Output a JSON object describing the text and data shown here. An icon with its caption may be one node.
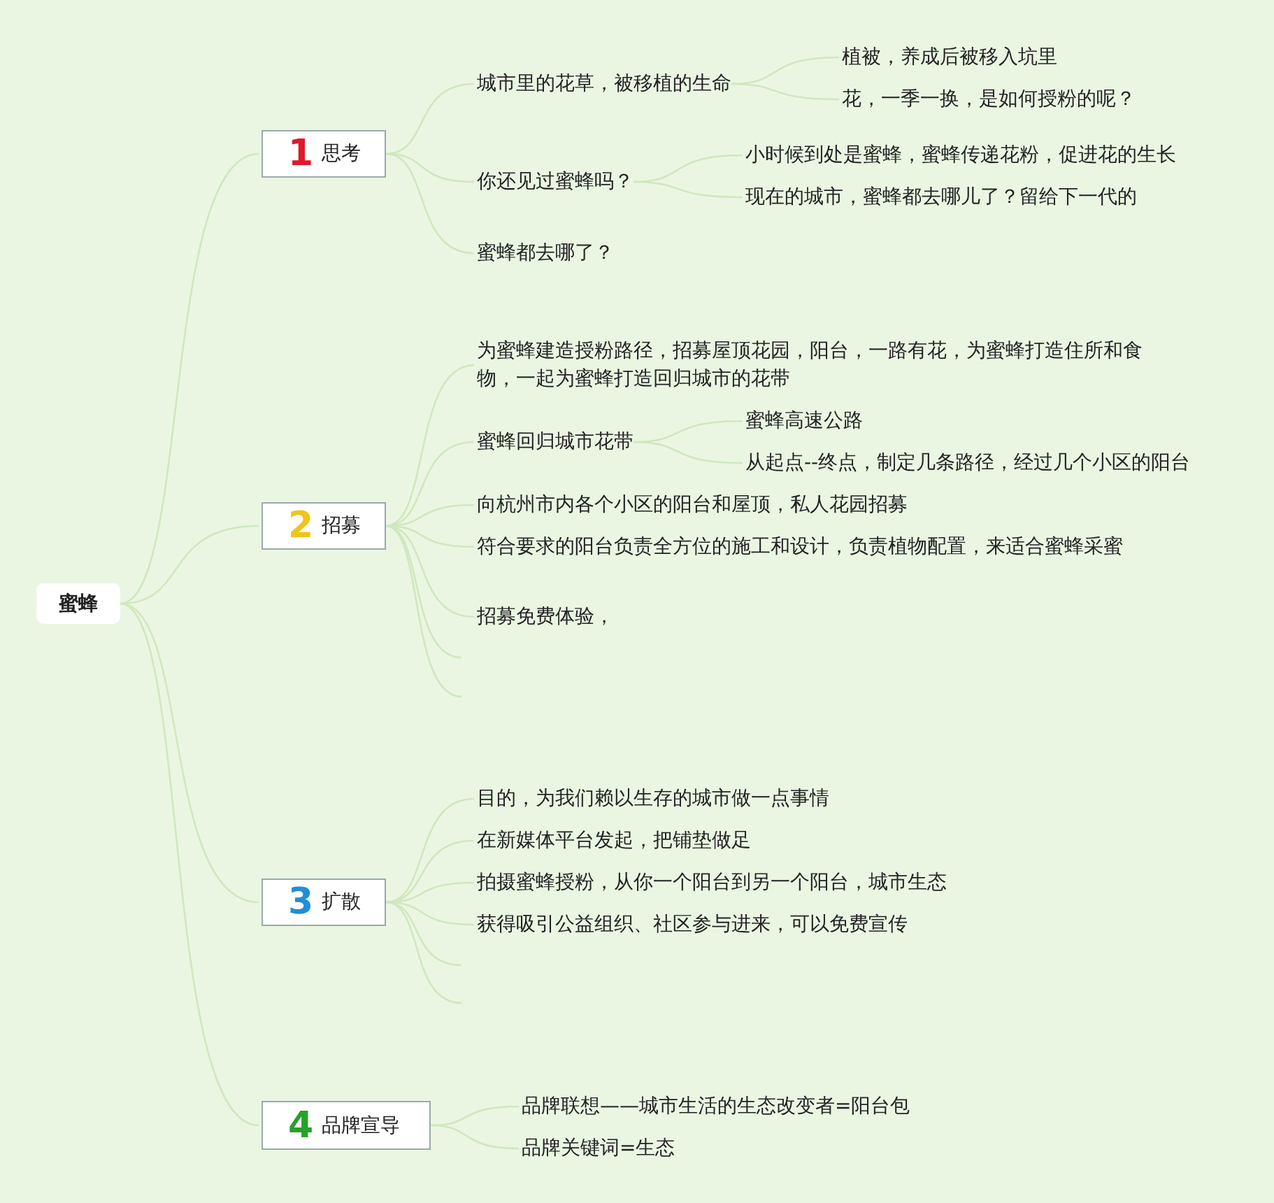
{
  "diagram": {
    "nodes": [
      {
        "text": [
          "蜜蜂"
        ]
      },
      {
        "text": [
          "1",
          "思考"
        ]
      },
      {
        "text": [
          "城市里的花草，被移植的生命"
        ]
      },
      {
        "text": [
          "植被，养成后被移入坑里"
        ]
      },
      {
        "text": [
          "花，一季一换，是如何授粉的呢？"
        ]
      },
      {
        "text": [
          "你还见过蜜蜂吗？"
        ]
      },
      {
        "text": [
          "小时候到处是蜜蜂，蜜蜂传递花粉，促进花的生长"
        ]
      },
      {
        "text": [
          "现在的城市，蜜蜂都去哪儿了？留给下一代的"
        ]
      },
      {
        "text": [
          "蜜蜂都去哪了？"
        ]
      },
      {
        "text": [
          "2",
          "招募"
        ]
      },
      {
        "text": [
          "为蜜蜂建造授粉路径，招募屋顶花园，阳台，一路有花，为蜜蜂打造住所和食物，一起为蜜蜂打造回归城市的花带"
        ]
      },
      {
        "text": [
          "蜜蜂回归城市花带"
        ]
      },
      {
        "text": [
          "蜜蜂高速公路"
        ]
      },
      {
        "text": [
          "从起点--终点，制定几条路径，经过几个小区的阳台"
        ]
      },
      {
        "text": [
          "向杭州市内各个小区的阳台和屋顶，私人花园招募"
        ]
      },
      {
        "text": [
          "符合要求的阳台负责全方位的施工和设计，负责植物配置，来适合蜜蜂采蜜"
        ]
      },
      {
        "text": [
          "招募免费体验，"
        ]
      },
      {
        "text": [
          "3",
          "扩散"
        ]
      },
      {
        "text": [
          "目的，为我们赖以生存的城市做一点事情"
        ]
      },
      {
        "text": [
          "在新媒体平台发起，把铺垫做足"
        ]
      },
      {
        "text": [
          "拍摄蜜蜂授粉，从你一个阳台到另一个阳台，城市生态"
        ]
      },
      {
        "text": [
          "获得吸引公益组织、社区参与进来，可以免费宣传"
        ]
      },
      {
        "text": [
          "4",
          "品牌宣导"
        ]
      },
      {
        "text": [
          "品牌联想——城市生活的生态改变者=阳台包"
        ]
      },
      {
        "text": [
          "品牌关键词=生态"
        ]
      }
    ],
    "edges": [
      {
        "from": 0,
        "to": 1,
        "arrow": "none"
      },
      {
        "from": 0,
        "to": 9,
        "arrow": "none"
      },
      {
        "from": 0,
        "to": 17,
        "arrow": "none"
      },
      {
        "from": 0,
        "to": 22,
        "arrow": "none"
      },
      {
        "from": 1,
        "to": 2,
        "arrow": "none"
      },
      {
        "from": 2,
        "to": 3,
        "arrow": "none"
      },
      {
        "from": 2,
        "to": 4,
        "arrow": "none"
      },
      {
        "from": 1,
        "to": 5,
        "arrow": "none"
      },
      {
        "from": 5,
        "to": 6,
        "arrow": "none"
      },
      {
        "from": 5,
        "to": 7,
        "arrow": "none"
      },
      {
        "from": 1,
        "to": 8,
        "arrow": "none"
      },
      {
        "from": 9,
        "to": 10,
        "arrow": "none"
      },
      {
        "from": 9,
        "to": 11,
        "arrow": "none"
      },
      {
        "from": 11,
        "to": 12,
        "arrow": "none"
      },
      {
        "from": 11,
        "to": 13,
        "arrow": "none"
      },
      {
        "from": 9,
        "to": 14,
        "arrow": "none"
      },
      {
        "from": 9,
        "to": 15,
        "arrow": "none"
      },
      {
        "from": 9,
        "to": 16,
        "arrow": "none"
      },
      {
        "from": 9,
        "to": null,
        "arrow": "none"
      },
      {
        "from": 9,
        "to": null,
        "arrow": "none"
      },
      {
        "from": 17,
        "to": 18,
        "arrow": "none"
      },
      {
        "from": 17,
        "to": 19,
        "arrow": "none"
      },
      {
        "from": 17,
        "to": 20,
        "arrow": "none"
      },
      {
        "from": 17,
        "to": 21,
        "arrow": "none"
      },
      {
        "from": 17,
        "to": null,
        "arrow": "none"
      },
      {
        "from": 17,
        "to": null,
        "arrow": "none"
      },
      {
        "from": 22,
        "to": 23,
        "arrow": "none"
      },
      {
        "from": 22,
        "to": 24,
        "arrow": "none"
      }
    ]
  }
}
